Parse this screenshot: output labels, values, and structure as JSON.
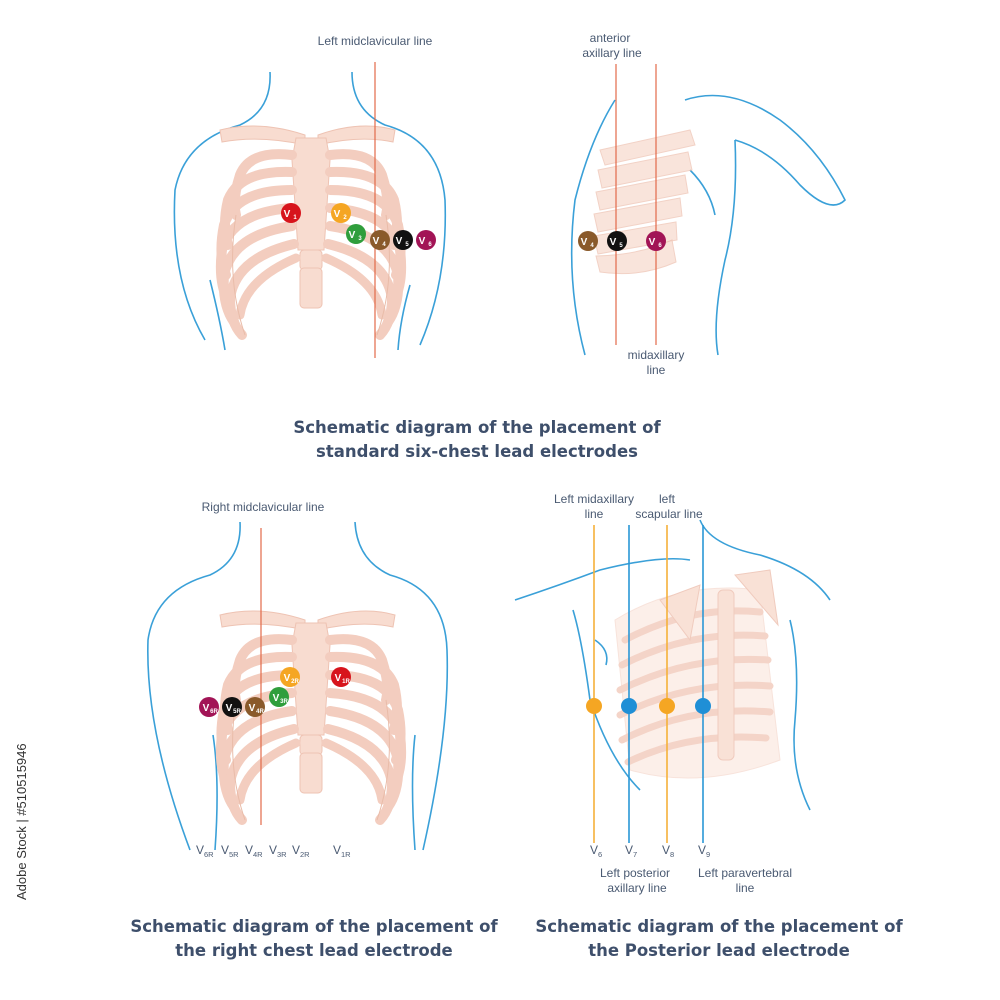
{
  "panels": {
    "standard": {
      "line_left_midclavicular": "Left midclavicular line",
      "line_anterior_axillary_1": "anterior",
      "line_anterior_axillary_2": "axillary line",
      "line_midaxillary_1": "midaxillary",
      "line_midaxillary_2": "line",
      "caption_1": "Schematic diagram of the placement of",
      "caption_2": "standard six-chest lead electrodes",
      "electrodes": [
        {
          "main": "V",
          "sub": "1",
          "color": "#d7141c"
        },
        {
          "main": "V",
          "sub": "2",
          "color": "#f5a623"
        },
        {
          "main": "V",
          "sub": "3",
          "color": "#2f9e3c"
        },
        {
          "main": "V",
          "sub": "4",
          "color": "#8a5a2b"
        },
        {
          "main": "V",
          "sub": "5",
          "color": "#111111"
        },
        {
          "main": "V",
          "sub": "6",
          "color": "#a21456"
        }
      ],
      "side_electrodes": [
        {
          "main": "V",
          "sub": "4",
          "color": "#8a5a2b"
        },
        {
          "main": "V",
          "sub": "5",
          "color": "#111111"
        },
        {
          "main": "V",
          "sub": "6",
          "color": "#a21456"
        }
      ]
    },
    "right": {
      "line_right_midclavicular": "Right midclavicular line",
      "caption_1": "Schematic diagram of the placement of",
      "caption_2": "the right chest lead electrode",
      "electrodes": [
        {
          "main": "V",
          "sub": "1R",
          "color": "#d7141c"
        },
        {
          "main": "V",
          "sub": "2R",
          "color": "#f5a623"
        },
        {
          "main": "V",
          "sub": "3R",
          "color": "#2f9e3c"
        },
        {
          "main": "V",
          "sub": "4R",
          "color": "#8a5a2b"
        },
        {
          "main": "V",
          "sub": "5R",
          "color": "#111111"
        },
        {
          "main": "V",
          "sub": "6R",
          "color": "#a21456"
        }
      ],
      "bottom_labels": [
        {
          "main": "V",
          "sub": "6R"
        },
        {
          "main": "V",
          "sub": "5R"
        },
        {
          "main": "V",
          "sub": "4R"
        },
        {
          "main": "V",
          "sub": "3R"
        },
        {
          "main": "V",
          "sub": "2R"
        },
        {
          "main": "V",
          "sub": "1R"
        }
      ]
    },
    "posterior": {
      "line_left_midaxillary_1": "Left midaxillary",
      "line_left_midaxillary_2": "line",
      "line_left_scapular_1": "left",
      "line_left_scapular_2": "scapular line",
      "line_left_posterior_axillary_1": "Left posterior",
      "line_left_posterior_axillary_2": "axillary line",
      "line_left_paravertebral_1": "Left paravertebral",
      "line_left_paravertebral_2": "line",
      "caption_1": "Schematic diagram of the placement of",
      "caption_2": "the Posterior lead electrode",
      "bottom_labels": [
        {
          "main": "V",
          "sub": "6"
        },
        {
          "main": "V",
          "sub": "7"
        },
        {
          "main": "V",
          "sub": "8"
        },
        {
          "main": "V",
          "sub": "9"
        }
      ],
      "dot_colors": [
        "#f5a623",
        "#1f8fd6",
        "#f5a623",
        "#1f8fd6"
      ],
      "line_colors": [
        "#f5b13a",
        "#2a97d6",
        "#f5b13a",
        "#2a97d6"
      ]
    }
  },
  "watermark": "Adobe Stock | #510515946",
  "colors": {
    "body_outline": "#3aa0d8",
    "bone_fill": "#f8dcd0",
    "guide_line": "#e26a4a"
  }
}
